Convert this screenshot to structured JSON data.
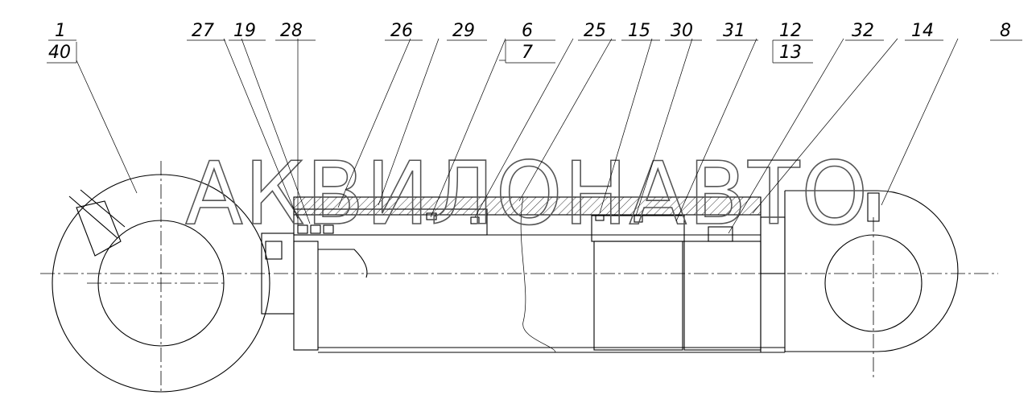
{
  "watermark": "АКВИЛОНАВТО",
  "callouts": [
    {
      "id": "c1",
      "label": "1"
    },
    {
      "id": "c40",
      "label": "40"
    },
    {
      "id": "c27",
      "label": "27"
    },
    {
      "id": "c19",
      "label": "19"
    },
    {
      "id": "c28",
      "label": "28"
    },
    {
      "id": "c26",
      "label": "26"
    },
    {
      "id": "c29",
      "label": "29"
    },
    {
      "id": "c6",
      "label": "6"
    },
    {
      "id": "c7",
      "label": "7"
    },
    {
      "id": "c25",
      "label": "25"
    },
    {
      "id": "c15",
      "label": "15"
    },
    {
      "id": "c30",
      "label": "30"
    },
    {
      "id": "c31",
      "label": "31"
    },
    {
      "id": "c12",
      "label": "12"
    },
    {
      "id": "c13",
      "label": "13"
    },
    {
      "id": "c32",
      "label": "32"
    },
    {
      "id": "c14",
      "label": "14"
    },
    {
      "id": "c8",
      "label": "8"
    }
  ]
}
